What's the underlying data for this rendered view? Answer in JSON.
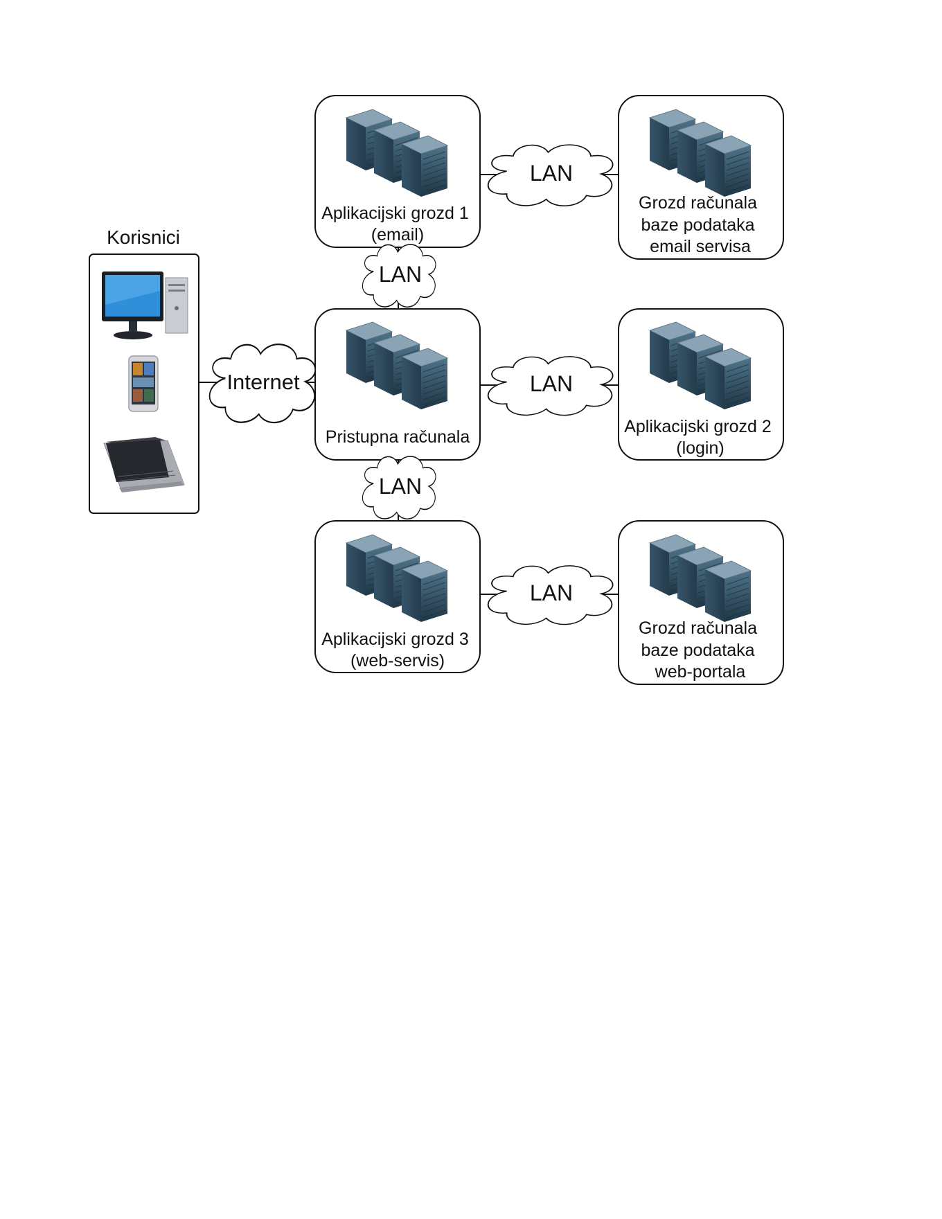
{
  "users": {
    "title": "Korisnici",
    "devices": [
      "desktop-computer-icon",
      "smartphone-icon",
      "laptop-icon"
    ]
  },
  "clouds": {
    "internet": "Internet",
    "lan": "LAN"
  },
  "nodes": {
    "access": {
      "lines": [
        "Pristupna računala"
      ]
    },
    "app1": {
      "lines": [
        "Aplikacijski grozd 1",
        "(email)"
      ]
    },
    "app2": {
      "lines": [
        "Aplikacijski grozd 2",
        "(login)"
      ]
    },
    "app3": {
      "lines": [
        "Aplikacijski grozd 3",
        "(web-servis)"
      ]
    },
    "db_email": {
      "lines": [
        "Grozd računala",
        "baze podataka",
        "email servisa"
      ]
    },
    "db_web": {
      "lines": [
        "Grozd računala",
        "baze podataka",
        "web-portala"
      ]
    }
  },
  "colors": {
    "server_dark": "#2b4658",
    "server_mid": "#44677e",
    "server_light": "#7d99ab",
    "stroke": "#111111"
  }
}
